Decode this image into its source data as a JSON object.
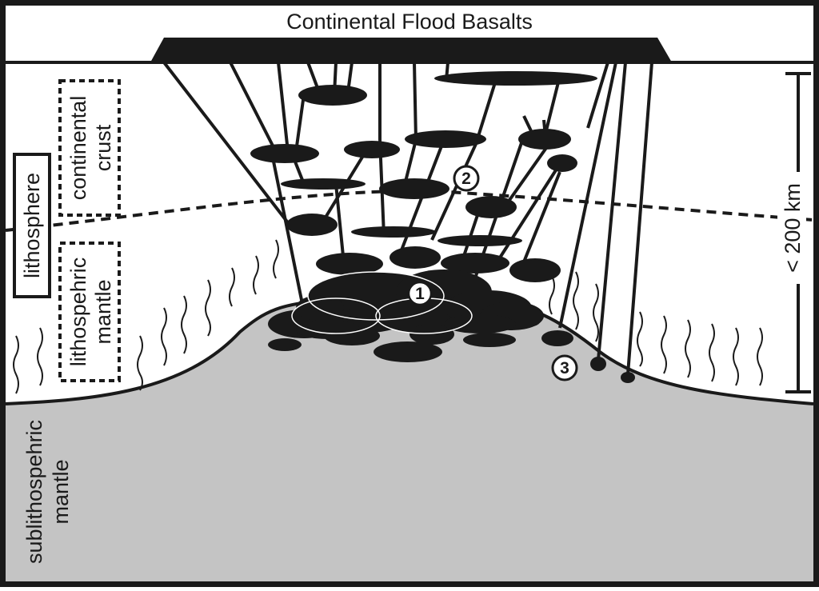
{
  "title": "Continental Flood Basalts",
  "labels": {
    "lithosphere": "lithosphere",
    "continental_crust_1": "continental",
    "continental_crust_2": "crust",
    "lithospheric_mantle_1": "lithospehric",
    "lithospheric_mantle_2": "mantle",
    "sublithospheric_1": "sublithospehric",
    "sublithospheric_2": "mantle",
    "thickness": "< 200 km"
  },
  "markers": [
    "1",
    "2",
    "3"
  ],
  "colors": {
    "ink": "#1a1a1a",
    "sublithospheric_fill": "#c4c4c4",
    "background": "#ffffff"
  }
}
